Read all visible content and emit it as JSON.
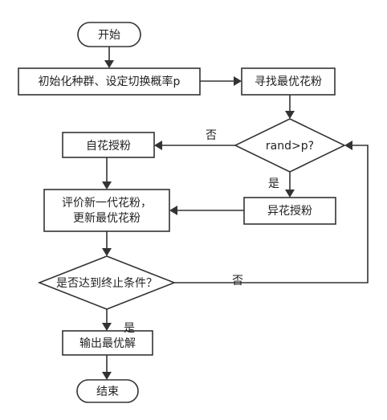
{
  "nodes": {
    "start": "开始",
    "init": "初始化种群、设定切换概率p",
    "find_best": "寻找最优花粉",
    "decision_rand": "rand>p?",
    "self_pollination": "自花授粉",
    "cross_pollination": "异花授粉",
    "evaluate_line1": "评价新一代花粉，",
    "evaluate_line2": "更新最优花粉",
    "decision_stop": "是否达到终止条件？",
    "output": "输出最优解",
    "end": "结束"
  },
  "edge_labels": {
    "rand_no": "否",
    "rand_yes": "是",
    "stop_no": "否",
    "stop_yes": "是"
  },
  "colors": {
    "stroke": "#333333",
    "fill": "#ffffff",
    "text": "#222222"
  }
}
